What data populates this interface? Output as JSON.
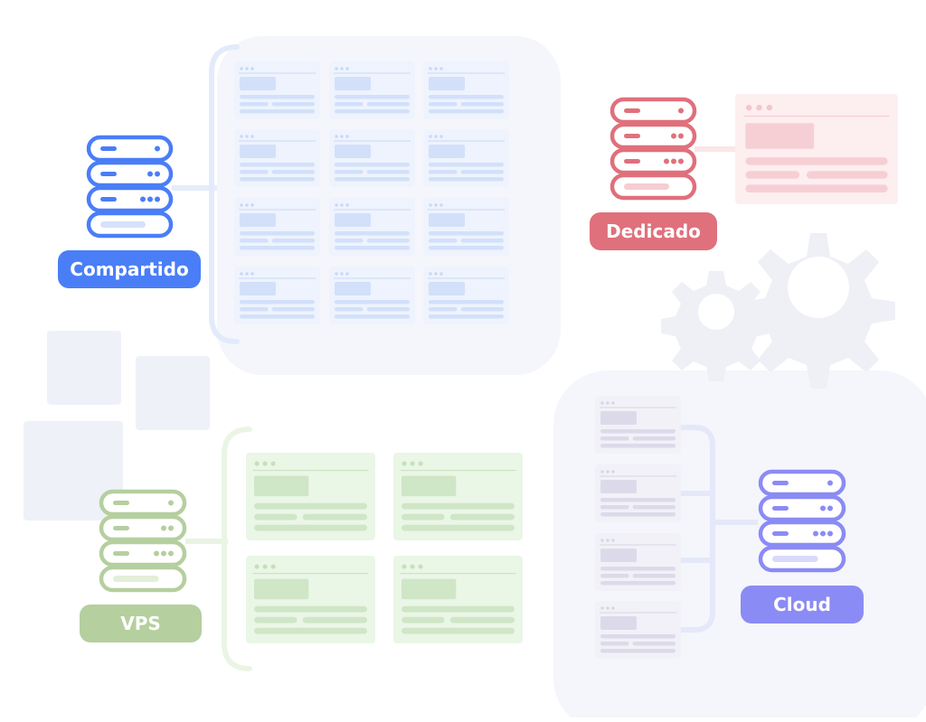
{
  "diagram": {
    "labels": {
      "shared": "Compartido",
      "dedicated": "Dedicado",
      "vps": "VPS",
      "cloud": "Cloud"
    },
    "colors": {
      "shared": "#4a7ef7",
      "dedicated": "#e0707c",
      "vps": "#b5cf9f",
      "cloud": "#8b8bf5",
      "panel": "#f4f6fb",
      "gear": "#eef0f6"
    },
    "icons": [
      "server-stack-icon",
      "window-icon",
      "gear-icon"
    ]
  }
}
